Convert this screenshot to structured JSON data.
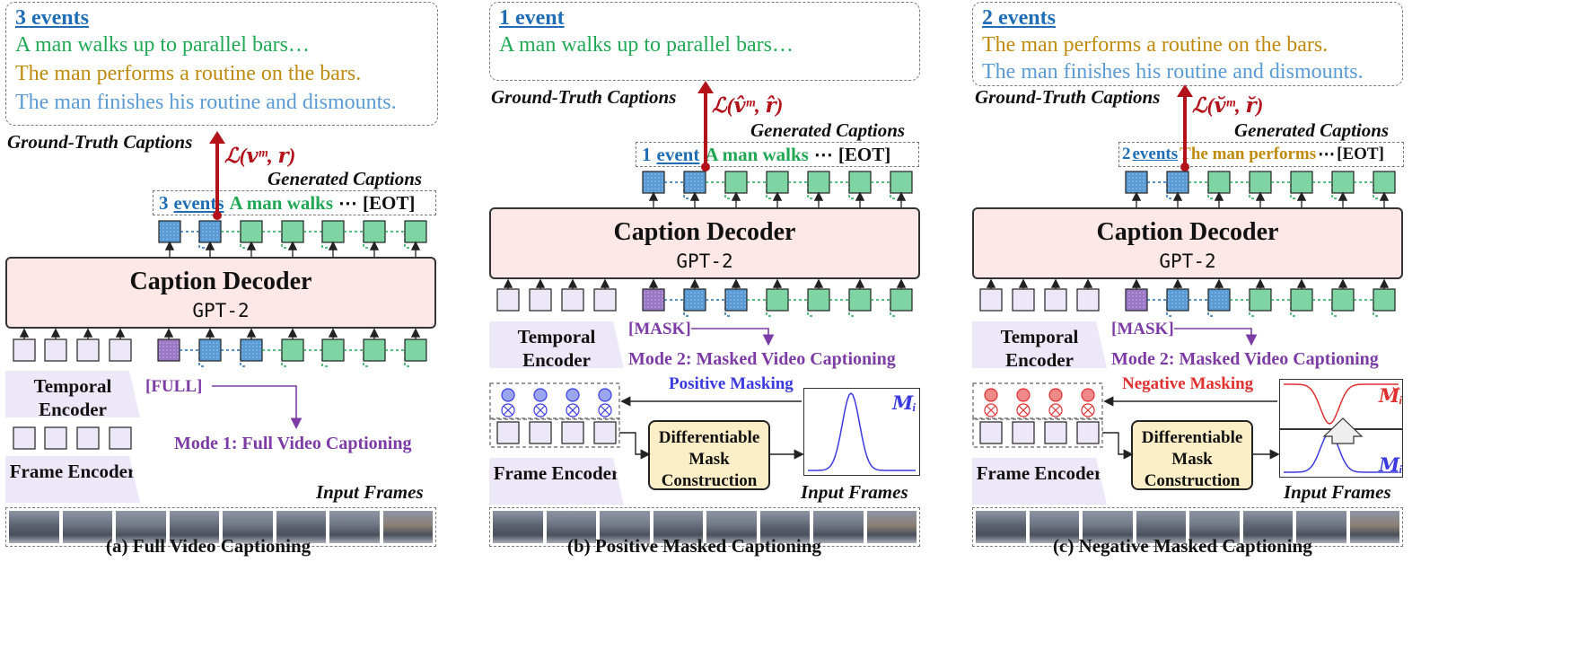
{
  "colors": {
    "blue_event": "#1f6eb5",
    "green_caption": "#21a855",
    "gold_caption": "#c08a0d",
    "lightblue_caption": "#5b9bd5",
    "loss_red": "#b3121b",
    "purple_mode": "#7d3ba6",
    "decoder_fill": "#fde7e7",
    "encoder_fill": "#ece8f7",
    "token_purple": "#e8e2f5",
    "token_blue": "#5b9bd5",
    "token_green": "#7fd4a3",
    "mask_token": "#9b78c6",
    "dmc_fill": "#fcefc8",
    "negative_red": "#e03030",
    "positive_blue": "#3a3ae0"
  },
  "panels": [
    {
      "count": "3 events",
      "captions": [
        "A man walks up to parallel bars…",
        "The man performs a routine on the bars.",
        "The man finishes his routine and dismounts."
      ],
      "gt_label": "Ground-Truth Captions",
      "loss": "ℒ(𝒗ᵐ, 𝒓)",
      "gen_label": "Generated Captions",
      "tokens": {
        "num": "3",
        "event": "events",
        "text": "A man walks",
        "ellipsis": "⋯",
        "eot": "[EOT]"
      },
      "decoder_title": "Caption Decoder",
      "decoder_sub": "GPT-2",
      "temporal": "Temporal Encoder",
      "frame": "Frame Encoder",
      "tag": "[FULL]",
      "mode": "Mode 1: Full Video Captioning",
      "input_frames": "Input Frames",
      "subcaption": "(a) Full Video Captioning"
    },
    {
      "count": "1 event",
      "captions": [
        "A man walks up to parallel bars…"
      ],
      "gt_label": "Ground-Truth Captions",
      "loss": "ℒ(𝒗̂ᵐ, 𝒓̂)",
      "gen_label": "Generated Captions",
      "tokens": {
        "num": "1",
        "event": "event",
        "text": "A man walks",
        "ellipsis": "⋯",
        "eot": "[EOT]"
      },
      "decoder_title": "Caption Decoder",
      "decoder_sub": "GPT-2",
      "temporal": "Temporal Encoder",
      "frame": "Frame Encoder",
      "tag": "[MASK]",
      "mode": "Mode 2: Masked Video Captioning",
      "masking": "Positive Masking",
      "dmc": "Differentiable Mask Construction",
      "mi": "𝑴ᵢ",
      "input_frames": "Input Frames",
      "subcaption": "(b) Positive Masked Captioning"
    },
    {
      "count": "2 events",
      "captions": [
        "The man performs a routine on the bars.",
        "The man finishes his routine and dismounts."
      ],
      "gt_label": "Ground-Truth Captions",
      "loss": "ℒ(𝒗̆ᵐ, 𝒓̆)",
      "gen_label": "Generated Captions",
      "tokens": {
        "num": "2",
        "event": "events",
        "text": "The man performs",
        "ellipsis": "⋯",
        "eot": "[EOT]"
      },
      "decoder_title": "Caption Decoder",
      "decoder_sub": "GPT-2",
      "temporal": "Temporal Encoder",
      "frame": "Frame Encoder",
      "tag": "[MASK]",
      "mode": "Mode 2: Masked Video Captioning",
      "masking": "Negative Masking",
      "dmc": "Differentiable Mask Construction",
      "mi": "𝑴ᵢ",
      "mi_neg": "𝑴̆ᵢ",
      "input_frames": "Input Frames",
      "subcaption": "(c) Negative Masked Captioning"
    }
  ]
}
